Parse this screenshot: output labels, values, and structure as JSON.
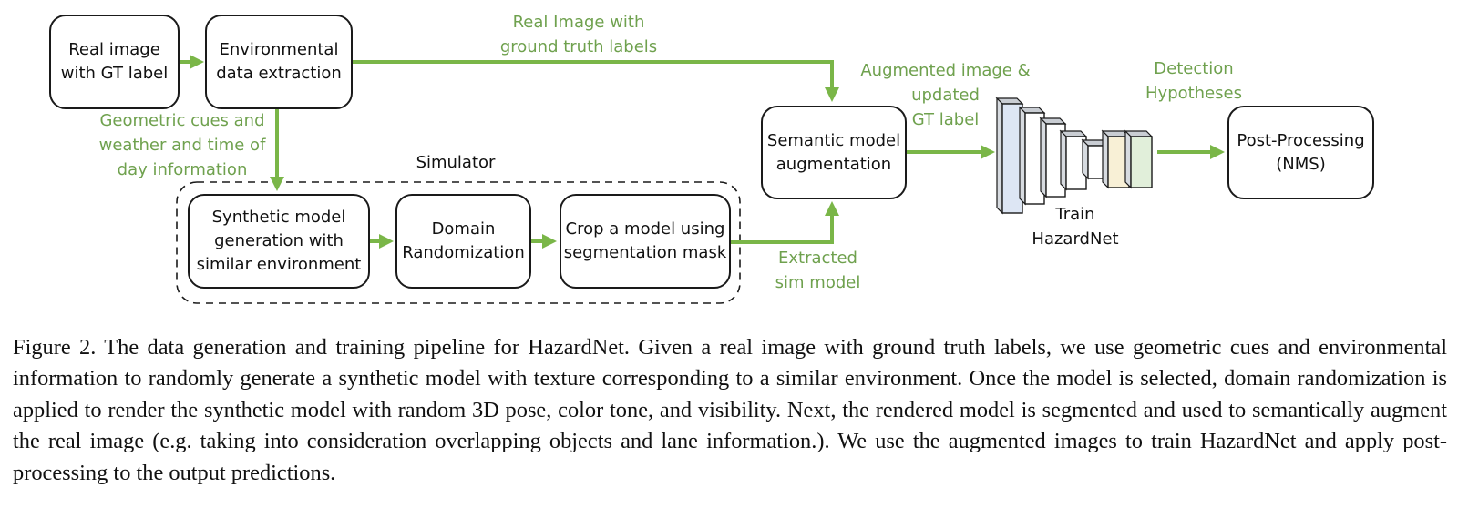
{
  "figure": {
    "nodes": {
      "real_image": "Real image\nwith GT label",
      "env_extraction": "Environmental\ndata extraction",
      "synthetic_model": "Synthetic model\ngeneration with\nsimilar environment",
      "domain_rand": "Domain\nRandomization",
      "crop_model": "Crop a model using\nsegmentation mask",
      "semantic_aug": "Semantic model\naugmentation",
      "post_processing": "Post-Processing\n(NMS)"
    },
    "edge_labels": {
      "real_image_gt": "Real Image with\nground truth labels",
      "geometric_cues": "Geometric cues and\nweather and time of\nday information",
      "augmented_image": "Augmented image &\nupdated\nGT label",
      "detection_hypotheses": "Detection\nHypotheses",
      "extracted_sim": "Extracted\nsim model"
    },
    "group_label": "Simulator",
    "network_label": "Train\nHazardNet",
    "network_layers": [
      {
        "name": "input",
        "color": "#dde6f4"
      },
      {
        "name": "conv1",
        "color": "#ffffff"
      },
      {
        "name": "conv2",
        "color": "#ffffff"
      },
      {
        "name": "conv3",
        "color": "#ffffff"
      },
      {
        "name": "conv4",
        "color": "#ffffff"
      },
      {
        "name": "head1",
        "color": "#f8f0d6"
      },
      {
        "name": "head2",
        "color": "#e1efda"
      }
    ],
    "colors": {
      "arrow": "#7ab648",
      "edge_text": "#6fa14e",
      "border": "#1a1a1a"
    }
  },
  "caption": "Figure 2.  The data generation and training pipeline for HazardNet.  Given a real image with ground truth labels, we use geometric cues and environmental information to randomly generate a synthetic model with texture corresponding to a similar environment.  Once the model is selected, domain randomization is applied to render the synthetic model with random 3D pose, color tone, and visibility.  Next, the rendered model is segmented and used to semantically augment the real image (e.g. taking into consideration overlapping objects and lane information.).  We use the augmented images to train HazardNet and apply post-processing to the output predictions."
}
